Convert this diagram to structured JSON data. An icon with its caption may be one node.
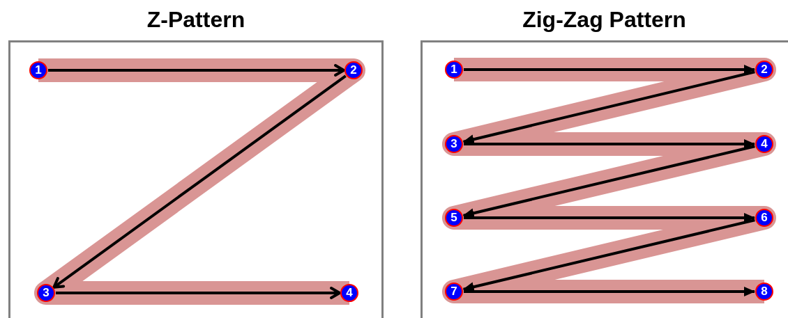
{
  "diagram": {
    "nodes": [
      {
        "text": [
          "Z-Pattern"
        ]
      },
      {
        "text": [
          "1"
        ],
        "in": 0
      },
      {
        "text": [
          "2"
        ],
        "in": 0
      },
      {
        "text": [
          "3"
        ],
        "in": 0
      },
      {
        "text": [
          "4"
        ],
        "in": 0
      },
      {
        "text": [
          "Zig-Zag Pattern"
        ]
      },
      {
        "text": [
          "1"
        ],
        "in": 5
      },
      {
        "text": [
          "2"
        ],
        "in": 5
      },
      {
        "text": [
          "3"
        ],
        "in": 5
      },
      {
        "text": [
          "4"
        ],
        "in": 5
      },
      {
        "text": [
          "5"
        ],
        "in": 5
      },
      {
        "text": [
          "6"
        ],
        "in": 5
      },
      {
        "text": [
          "7"
        ],
        "in": 5
      },
      {
        "text": [
          "8"
        ],
        "in": 5
      }
    ],
    "edges": [
      {
        "from": 1,
        "to": 2,
        "arrow": "to"
      },
      {
        "from": 2,
        "to": 3,
        "arrow": "to"
      },
      {
        "from": 3,
        "to": 4,
        "arrow": "to"
      },
      {
        "from": 6,
        "to": 7,
        "arrow": "to"
      },
      {
        "from": 7,
        "to": 8,
        "arrow": "to"
      },
      {
        "from": 8,
        "to": 9,
        "arrow": "to"
      },
      {
        "from": 9,
        "to": 10,
        "arrow": "to"
      },
      {
        "from": 10,
        "to": 11,
        "arrow": "to"
      },
      {
        "from": 11,
        "to": 12,
        "arrow": "to"
      },
      {
        "from": 12,
        "to": 13,
        "arrow": "to"
      }
    ]
  }
}
